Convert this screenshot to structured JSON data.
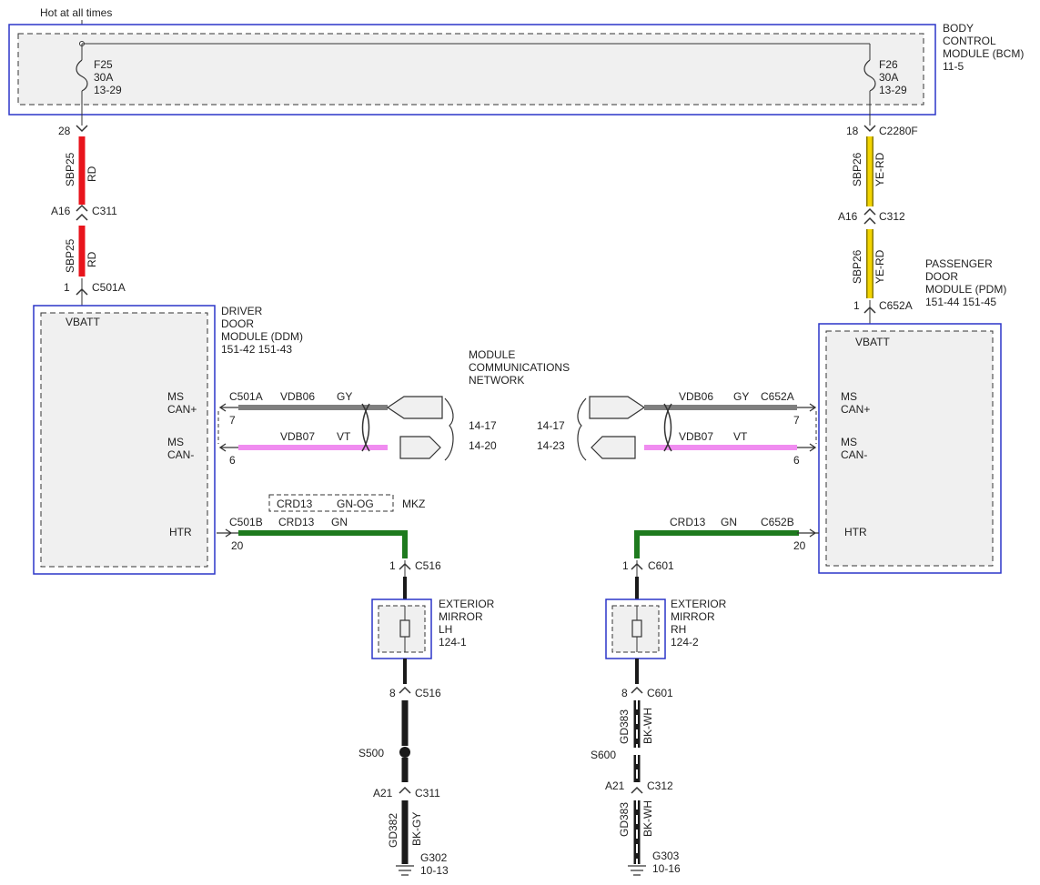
{
  "header_note": "Hot at all times",
  "colors": {
    "red_wire": "#e8141c",
    "yellow_wire": "#f2d400",
    "gray_wire": "#7f7f7f",
    "violet_wire": "#f08cf0",
    "green_wire": "#1e7a1e",
    "black_wire": "#1a1a1a",
    "module_border": "#2b35c8",
    "module_fill": "#f0f0f0"
  },
  "bcm": {
    "name_lines": [
      "BODY",
      "CONTROL",
      "MODULE (BCM)",
      "11-5"
    ],
    "fuse_left": [
      "F25",
      "30A",
      "13-29"
    ],
    "fuse_right": [
      "F26",
      "30A",
      "13-29"
    ]
  },
  "left_feed": {
    "bcm_pin": "28",
    "wire_circuit": "SBP25",
    "wire_color": "RD",
    "inline_pin": "A16",
    "inline_conn": "C311",
    "wire2_circuit": "SBP25",
    "wire2_color": "RD",
    "module_pin": "1",
    "module_conn": "C501A"
  },
  "right_feed": {
    "bcm_pin": "18",
    "bcm_conn": "C2280F",
    "wire_circuit": "SBP26",
    "wire_color": "YE-RD",
    "inline_pin": "A16",
    "inline_conn": "C312",
    "wire2_circuit": "SBP26",
    "wire2_color": "YE-RD",
    "module_pin": "1",
    "module_conn": "C652A"
  },
  "ddm": {
    "name_lines": [
      "DRIVER",
      "DOOR",
      "MODULE (DDM)",
      "151-42  151-43"
    ],
    "vbatt": "VBATT",
    "can_plus": [
      "MS",
      "CAN+"
    ],
    "can_minus": [
      "MS",
      "CAN-"
    ],
    "htr": "HTR"
  },
  "pdm": {
    "name_lines": [
      "PASSENGER",
      "DOOR",
      "MODULE (PDM)",
      "151-44  151-45"
    ],
    "vbatt": "VBATT",
    "can_plus": [
      "MS",
      "CAN+"
    ],
    "can_minus": [
      "MS",
      "CAN-"
    ],
    "htr": "HTR"
  },
  "network": {
    "title_lines": [
      "MODULE",
      "COMMUNICATIONS",
      "NETWORK"
    ],
    "left_ref_top": "14-17",
    "left_ref_bottom": "14-20",
    "right_ref_top": "14-17",
    "right_ref_bottom": "14-23"
  },
  "left_can": {
    "conn": "C501A",
    "plus_circuit": "VDB06",
    "plus_color": "GY",
    "plus_pin": "7",
    "minus_circuit": "VDB07",
    "minus_color": "VT",
    "minus_pin": "6"
  },
  "right_can": {
    "conn": "C652A",
    "plus_circuit": "VDB06",
    "plus_color": "GY",
    "plus_pin": "7",
    "minus_circuit": "VDB07",
    "minus_color": "VT",
    "minus_pin": "6"
  },
  "left_heater": {
    "alt_circuit": "CRD13",
    "alt_color": "GN-OG",
    "alt_note": "MKZ",
    "conn": "C501B",
    "circuit": "CRD13",
    "color": "GN",
    "module_pin": "20",
    "mirror_pin": "1",
    "mirror_conn": "C516"
  },
  "right_heater": {
    "circuit": "CRD13",
    "color": "GN",
    "conn": "C652B",
    "module_pin": "20",
    "mirror_pin": "1",
    "mirror_conn": "C601"
  },
  "mirror_lh": {
    "name_lines": [
      "EXTERIOR",
      "MIRROR",
      "LH",
      "124-1"
    ],
    "out_pin": "8",
    "out_conn": "C516",
    "splice": "S500",
    "inline_pin": "A21",
    "inline_conn": "C311",
    "ground_circuit": "GD382",
    "ground_color": "BK-GY",
    "ground_lines": [
      "G302",
      "10-13"
    ]
  },
  "mirror_rh": {
    "name_lines": [
      "EXTERIOR",
      "MIRROR",
      "RH",
      "124-2"
    ],
    "out_pin": "8",
    "out_conn": "C601",
    "wire1_circuit": "GD383",
    "wire1_color": "BK-WH",
    "splice": "S600",
    "inline_pin": "A21",
    "inline_conn": "C312",
    "ground_circuit": "GD383",
    "ground_color": "BK-WH",
    "ground_lines": [
      "G303",
      "10-16"
    ]
  }
}
